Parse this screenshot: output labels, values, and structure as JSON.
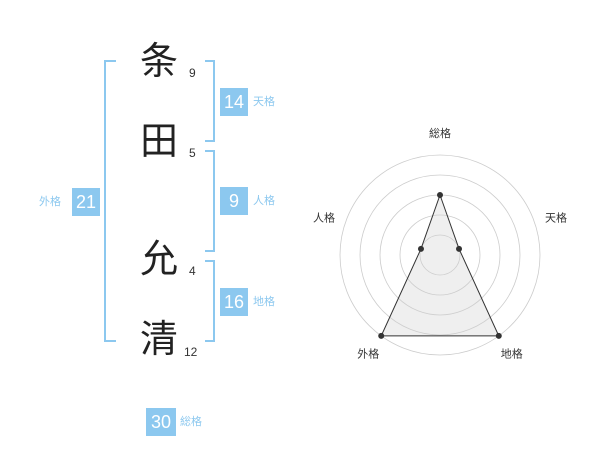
{
  "name": {
    "chars": [
      {
        "char": "条",
        "strokes": "9"
      },
      {
        "char": "田",
        "strokes": "5"
      },
      {
        "char": "允",
        "strokes": "4"
      },
      {
        "char": "清",
        "strokes": "12"
      }
    ]
  },
  "fortunes": {
    "tenkaku": {
      "value": "14",
      "label": "天格"
    },
    "jinkaku": {
      "value": "9",
      "label": "人格"
    },
    "chikaku": {
      "value": "16",
      "label": "地格"
    },
    "gaikaku": {
      "value": "21",
      "label": "外格"
    },
    "soukaku": {
      "value": "30",
      "label": "総格"
    }
  },
  "colors": {
    "accent": "#8cc8ef",
    "text": "#222222",
    "grid": "#cccccc"
  },
  "radar": {
    "axes": [
      "総格",
      "天格",
      "地格",
      "外格",
      "人格"
    ],
    "levels": 5,
    "max": 5,
    "values": [
      3,
      1,
      5,
      5,
      1
    ]
  }
}
